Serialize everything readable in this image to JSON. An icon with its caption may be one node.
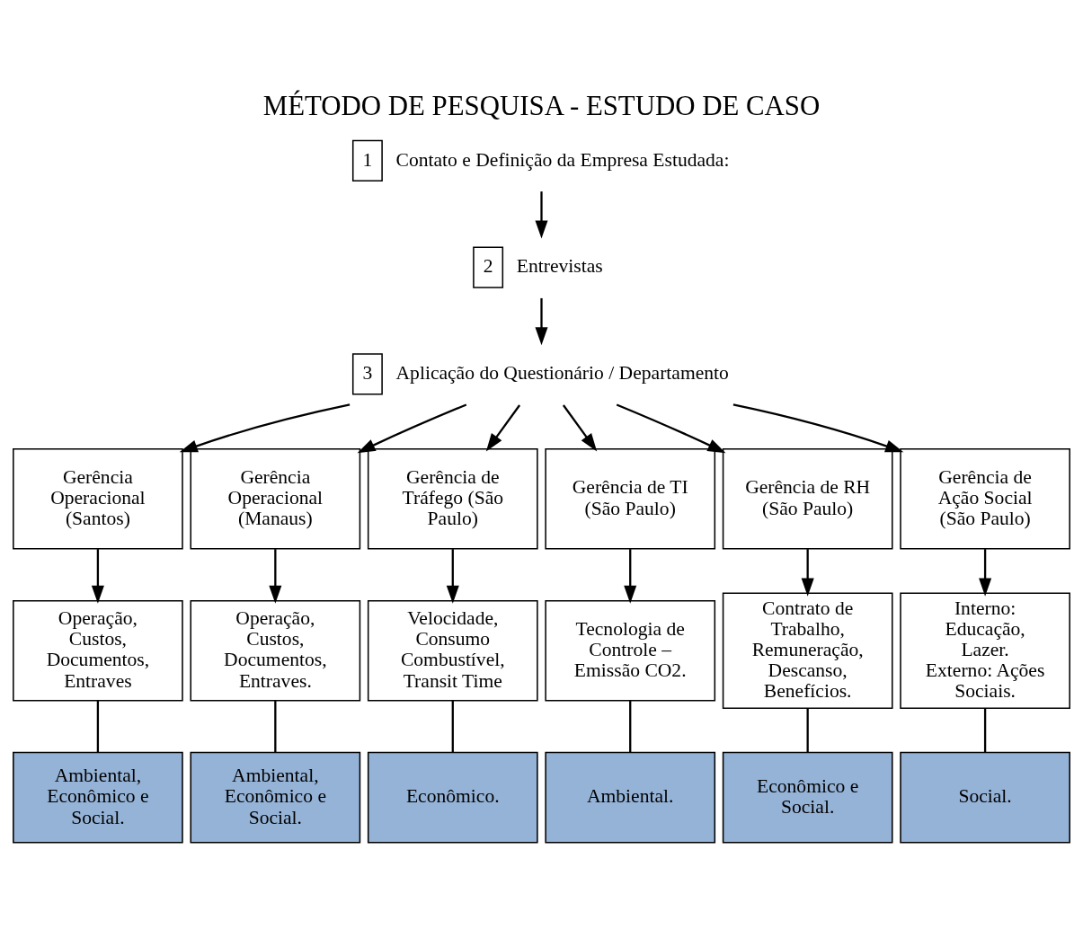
{
  "diagram": {
    "title": "MÉTODO DE PESQUISA - ESTUDO DE CASO",
    "nodes": [
      {
        "text": [
          "1"
        ],
        "beside": [
          "Contato e Definição da Empresa Estudada:"
        ]
      },
      {
        "text": [
          "2"
        ],
        "beside": [
          "Entrevistas"
        ]
      },
      {
        "text": [
          "3"
        ],
        "beside": [
          "Aplicação do Questionário / Departamento"
        ]
      },
      {
        "text": [
          "Gerência Operacional (Santos)"
        ]
      },
      {
        "text": [
          "Gerência Operacional (Manaus)"
        ]
      },
      {
        "text": [
          "Gerência de Tráfego (São Paulo)"
        ]
      },
      {
        "text": [
          "Gerência de TI (São Paulo)"
        ]
      },
      {
        "text": [
          "Gerência de RH (São Paulo)"
        ]
      },
      {
        "text": [
          "Gerência de Ação Social (São Paulo)"
        ]
      },
      {
        "text": [
          "Operação, Custos, Documentos, Entraves"
        ]
      },
      {
        "text": [
          "Operação, Custos, Documentos, Entraves."
        ]
      },
      {
        "text": [
          "Velocidade, Consumo Combustível, Transit Time"
        ]
      },
      {
        "text": [
          "Tecnologia de Controle – Emissão CO2."
        ]
      },
      {
        "text": [
          "Contrato de Trabalho, Remuneração, Descanso, Benefícios."
        ]
      },
      {
        "text": [
          "Interno: Educação, Lazer. Externo: Ações Sociais."
        ]
      },
      {
        "text": [
          "Ambiental, Econômico e Social."
        ]
      },
      {
        "text": [
          "Ambiental, Econômico e Social."
        ]
      },
      {
        "text": [
          "Econômico."
        ]
      },
      {
        "text": [
          "Ambiental."
        ]
      },
      {
        "text": [
          "Econômico e Social."
        ]
      },
      {
        "text": [
          "Social."
        ]
      }
    ],
    "edges": [
      {
        "from": 0,
        "to": 1,
        "arrow": "to"
      },
      {
        "from": 1,
        "to": 2,
        "arrow": "to"
      },
      {
        "from": 2,
        "to": 3,
        "arrow": "to"
      },
      {
        "from": 2,
        "to": 4,
        "arrow": "to"
      },
      {
        "from": 2,
        "to": 5,
        "arrow": "to"
      },
      {
        "from": 2,
        "to": 6,
        "arrow": "to"
      },
      {
        "from": 2,
        "to": 7,
        "arrow": "to"
      },
      {
        "from": 2,
        "to": 8,
        "arrow": "to"
      },
      {
        "from": 3,
        "to": 9,
        "arrow": "to"
      },
      {
        "from": 4,
        "to": 10,
        "arrow": "to"
      },
      {
        "from": 5,
        "to": 11,
        "arrow": "to"
      },
      {
        "from": 6,
        "to": 12,
        "arrow": "to"
      },
      {
        "from": 7,
        "to": 13,
        "arrow": "to"
      },
      {
        "from": 8,
        "to": 14,
        "arrow": "to"
      },
      {
        "from": 9,
        "to": 15,
        "arrow": "none"
      },
      {
        "from": 10,
        "to": 16,
        "arrow": "none"
      },
      {
        "from": 11,
        "to": 17,
        "arrow": "none"
      },
      {
        "from": 12,
        "to": 18,
        "arrow": "none"
      },
      {
        "from": 13,
        "to": 19,
        "arrow": "none"
      },
      {
        "from": 14,
        "to": 20,
        "arrow": "none"
      }
    ]
  }
}
